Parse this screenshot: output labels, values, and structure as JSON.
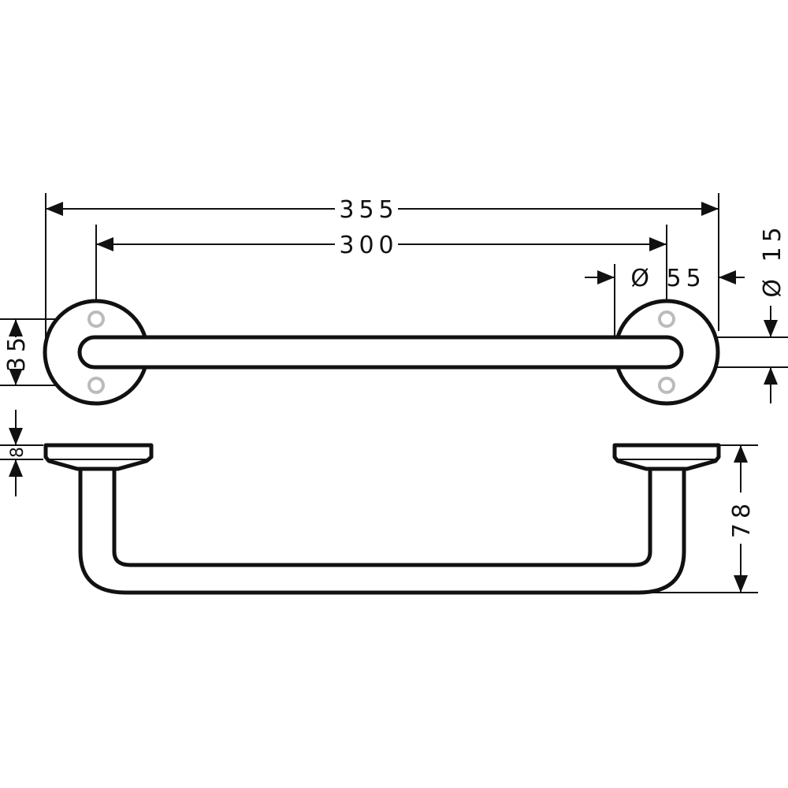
{
  "drawing": {
    "dimensions": {
      "overall_length": "355",
      "hole_spacing": "300",
      "rosette_diameter": "Ø 55",
      "tube_diameter": "Ø 15",
      "rosette_hole_spacing": "35",
      "plate_thickness": "8",
      "projection": "78"
    },
    "colors": {
      "line": "#111111",
      "holes": "#bbbbbb"
    }
  }
}
